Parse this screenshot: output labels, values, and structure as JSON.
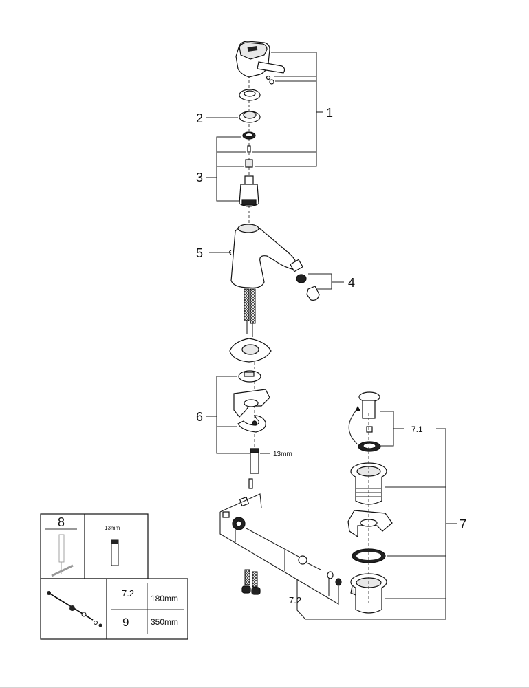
{
  "title": "Bidet mixer exploded spare parts diagram",
  "callouts": {
    "c1": "1",
    "c2": "2",
    "c3": "3",
    "c4": "4",
    "c5": "5",
    "c6": "6",
    "c7": "7",
    "c7_1": "7.1",
    "c7_2": "7.2",
    "wrench_size": "13mm"
  },
  "legend_box": {
    "tool_number": "8",
    "tool_size": "13mm",
    "rod_table": [
      {
        "part": "7.2",
        "length": "180mm"
      },
      {
        "part": "9",
        "length": "350mm"
      }
    ]
  }
}
